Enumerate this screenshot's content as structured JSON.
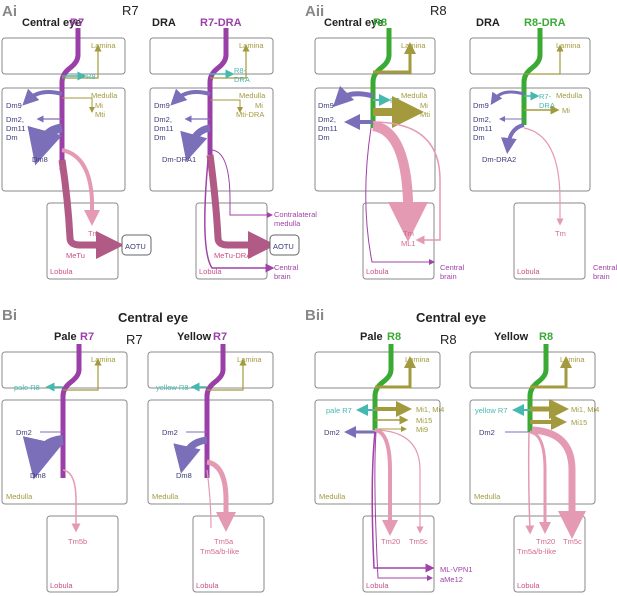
{
  "colors": {
    "r7": "#9b3fa8",
    "r8": "#3aaa35",
    "dm": "#7a6fb8",
    "olive": "#a39a3e",
    "teal": "#46b8b0",
    "pink": "#e59ab4",
    "metu": "#b05a85",
    "magenta": "#a042a8"
  },
  "panels": {
    "ai": "Ai",
    "aii": "Aii",
    "bi": "Bi",
    "bii": "Bii"
  },
  "headers": {
    "central_eye": "Central eye",
    "dra": "DRA",
    "pale": "Pale",
    "yellow": "Yellow",
    "r7": "R7",
    "r8": "R8",
    "r7_dra": "R7-DRA",
    "r8_dra": "R8-DRA"
  },
  "regions": {
    "lamina": "Lamina",
    "medulla": "Medulla",
    "lobula": "Lobula"
  },
  "labels": {
    "r8_arrow": "R8",
    "r8_dra_1": "R8-",
    "r8_dra_2": "DRA",
    "r7_arrow": "R7",
    "r7_dra_1": "R7-",
    "r7_dra_2": "DRA",
    "dm9": "Dm9",
    "dm2_comma": "Dm2,",
    "dm11": "Dm11",
    "dm": "Dm",
    "dm8": "Dm8",
    "dm_dra1": "Dm-DRA1",
    "dm_dra2": "Dm-DRA2",
    "dm2": "Dm2",
    "mi": "Mi",
    "mti": "Mti",
    "mti_dra": "Mti-DRA",
    "tm": "Tm",
    "metu": "MeTu",
    "metu_dra": "MeTu-DRA",
    "aotu": "AOTU",
    "contralateral_1": "Contralateral",
    "contralateral_2": "medulla",
    "central_1": "Central",
    "central_2": "brain",
    "ml1": "ML1",
    "pale_r8": "pale R8",
    "yellow_r8": "yellow R8",
    "pale_r7": "pale R7",
    "yellow_r7": "yellow R7",
    "tm5b": "Tm5b",
    "tm5a": "Tm5a",
    "tm5ab_like": "Tm5a/b-like",
    "mi1_mi4": "Mi1, Mi4",
    "mi15": "Mi15",
    "mi9": "Mi9",
    "tm20": "Tm20",
    "tm5c": "Tm5c",
    "ml_vpn1": "ML-VPN1",
    "ame12": "aMe12"
  }
}
